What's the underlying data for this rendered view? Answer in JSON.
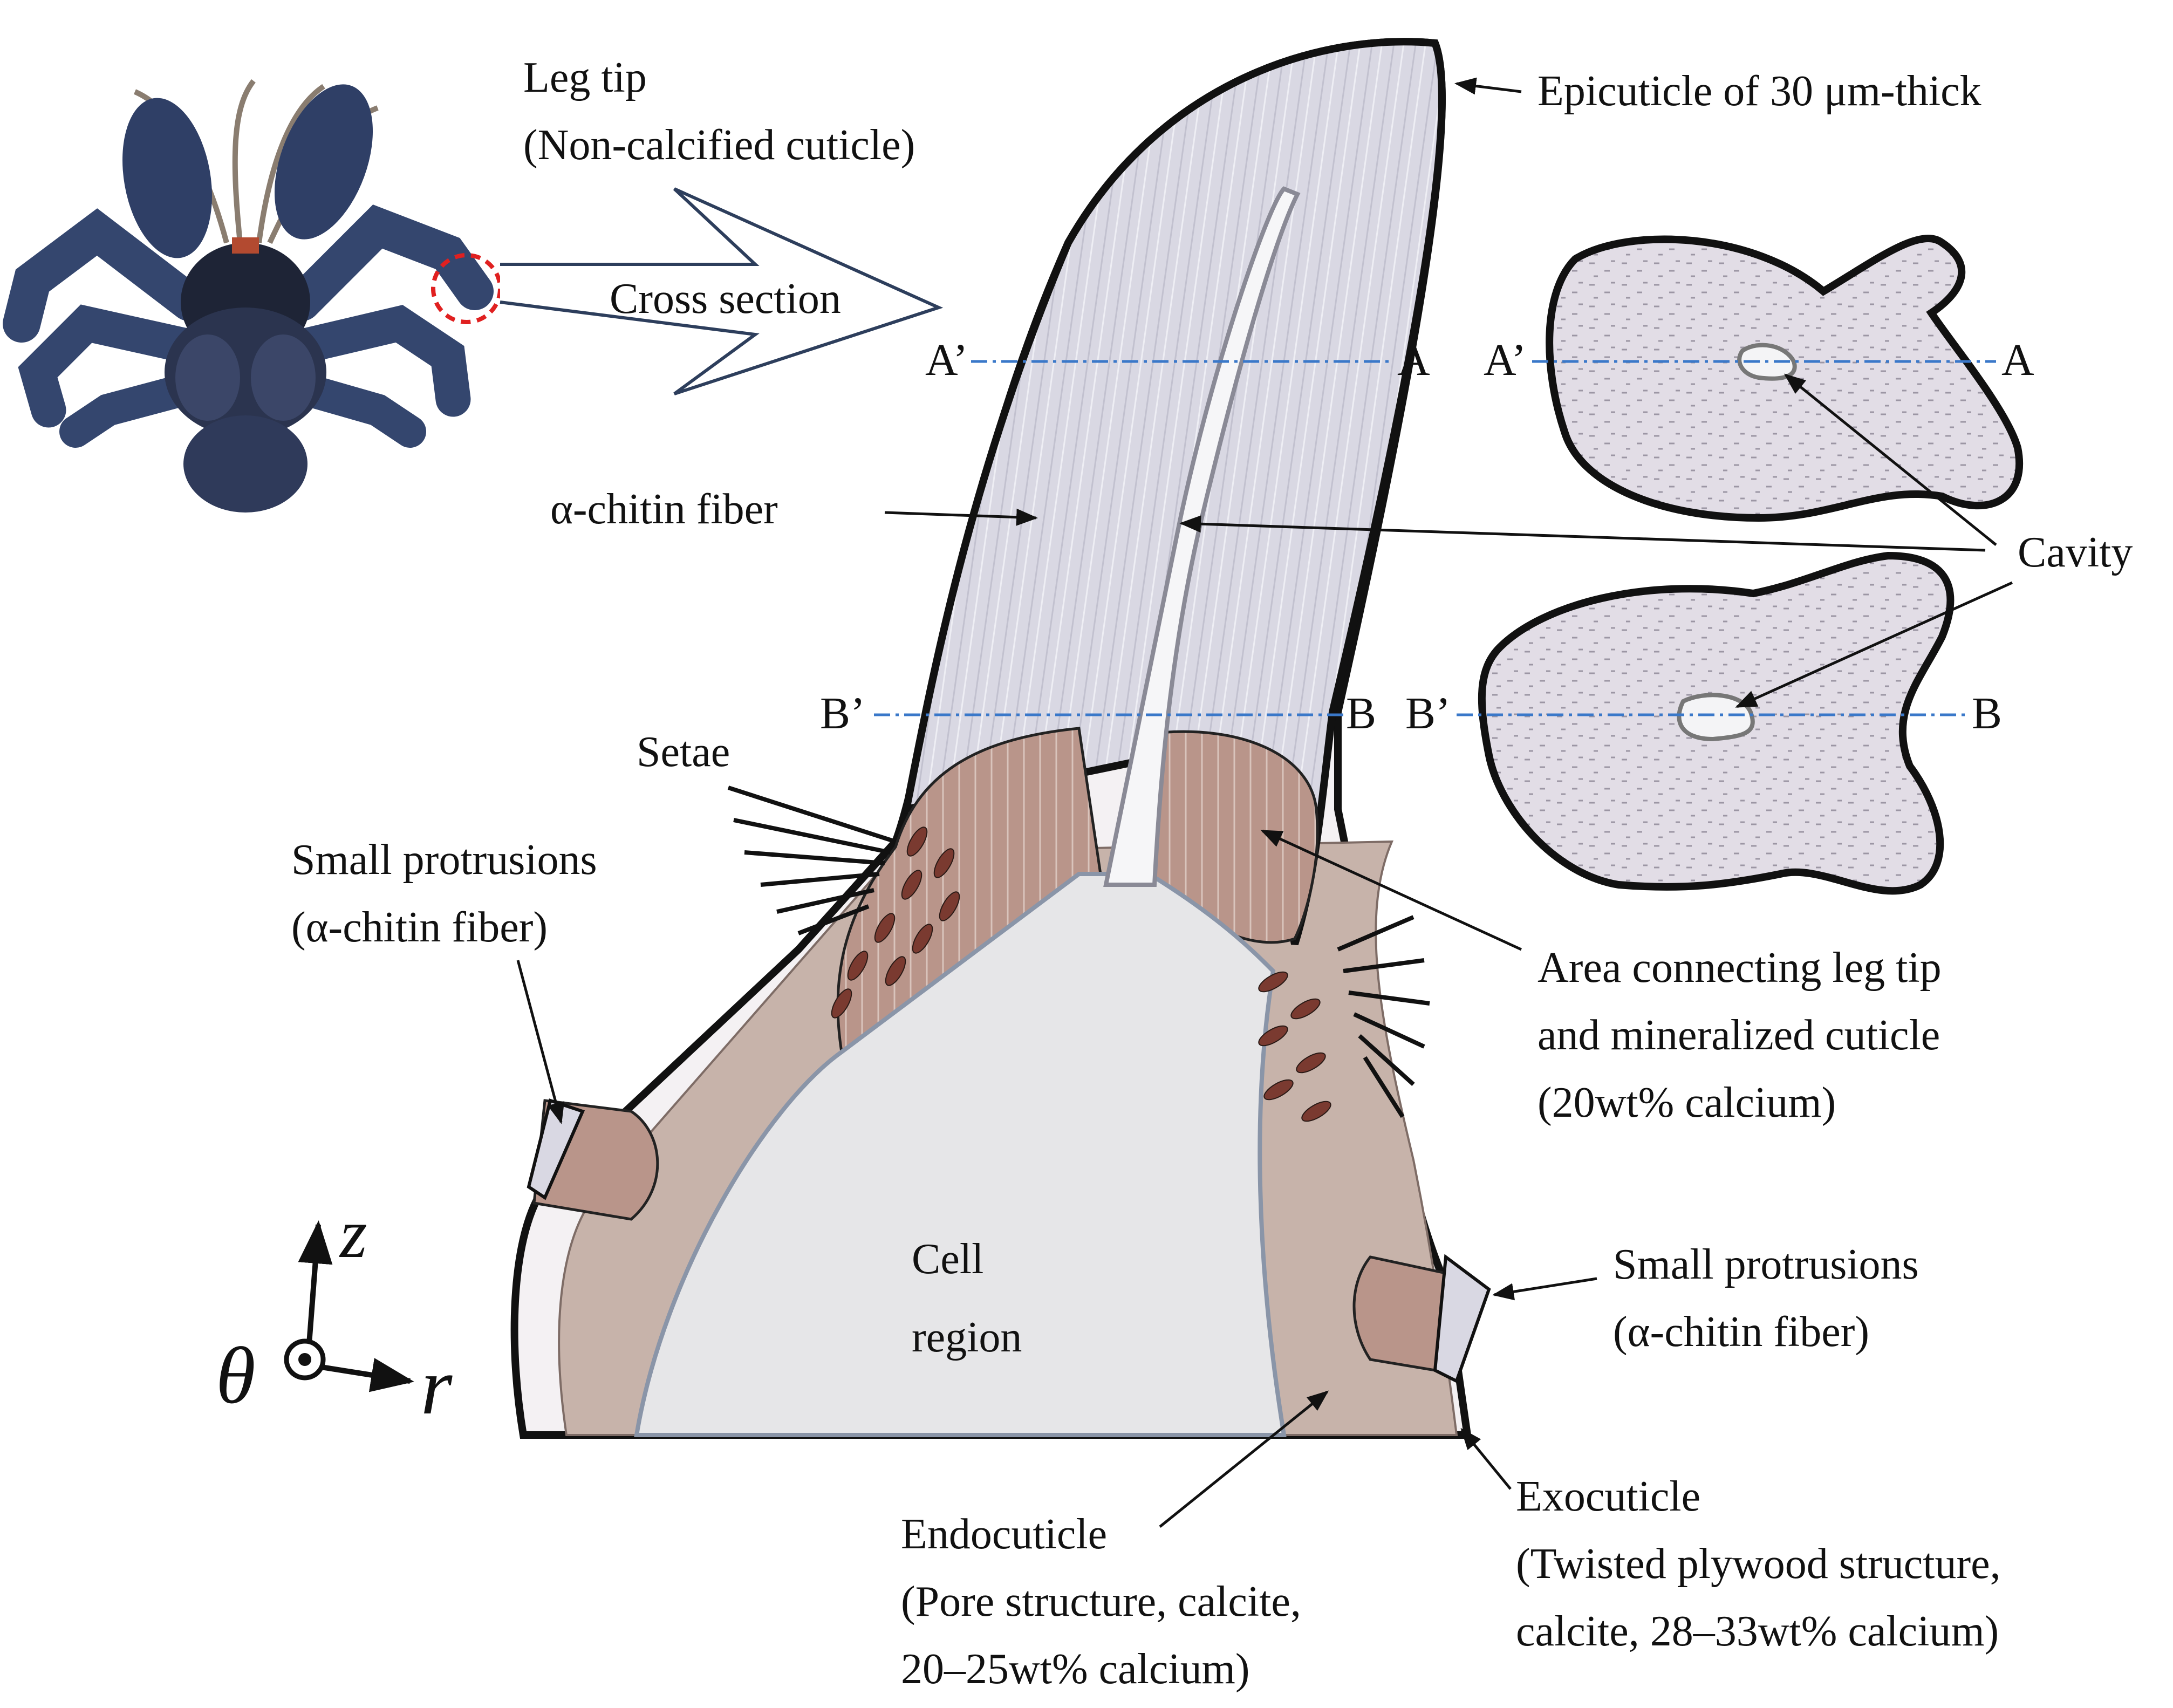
{
  "labels": {
    "leg_tip_1": "Leg tip",
    "leg_tip_2": "(Non-calcified cuticle)",
    "cross_section": "Cross section",
    "epicuticle": "Epicuticle of 30 μm-thick",
    "alpha_chitin": "α-chitin fiber",
    "cavity": "Cavity",
    "setae": "Setae",
    "small_prot_left_1": "Small protrusions",
    "small_prot_left_2": "(α-chitin fiber)",
    "small_prot_right_1": "Small protrusions",
    "small_prot_right_2": "(α-chitin fiber)",
    "area_1": "Area connecting leg tip",
    "area_2": "and mineralized cuticle",
    "area_3": "(20wt% calcium)",
    "cell_1": "Cell",
    "cell_2": "region",
    "endo_1": "Endocuticle",
    "endo_2": "(Pore structure, calcite,",
    "endo_3": "20–25wt% calcium)",
    "exo_1": "Exocuticle",
    "exo_2": "(Twisted plywood structure,",
    "exo_3": "calcite, 28–33wt% calcium)"
  },
  "sections": {
    "a_prime": "A’",
    "a": "A",
    "b_prime": "B’",
    "b": "B"
  },
  "axes": {
    "z": "z",
    "theta": "θ",
    "r": "r"
  },
  "colors": {
    "leg_tip_fill": "#d9d8e3",
    "mineralized_fill": "#c7b3aa",
    "connecting_fill": "#b9958a",
    "cell_fill": "#e6e6e8",
    "section_line": "#3a78c9",
    "circle_marker": "#e02020"
  }
}
